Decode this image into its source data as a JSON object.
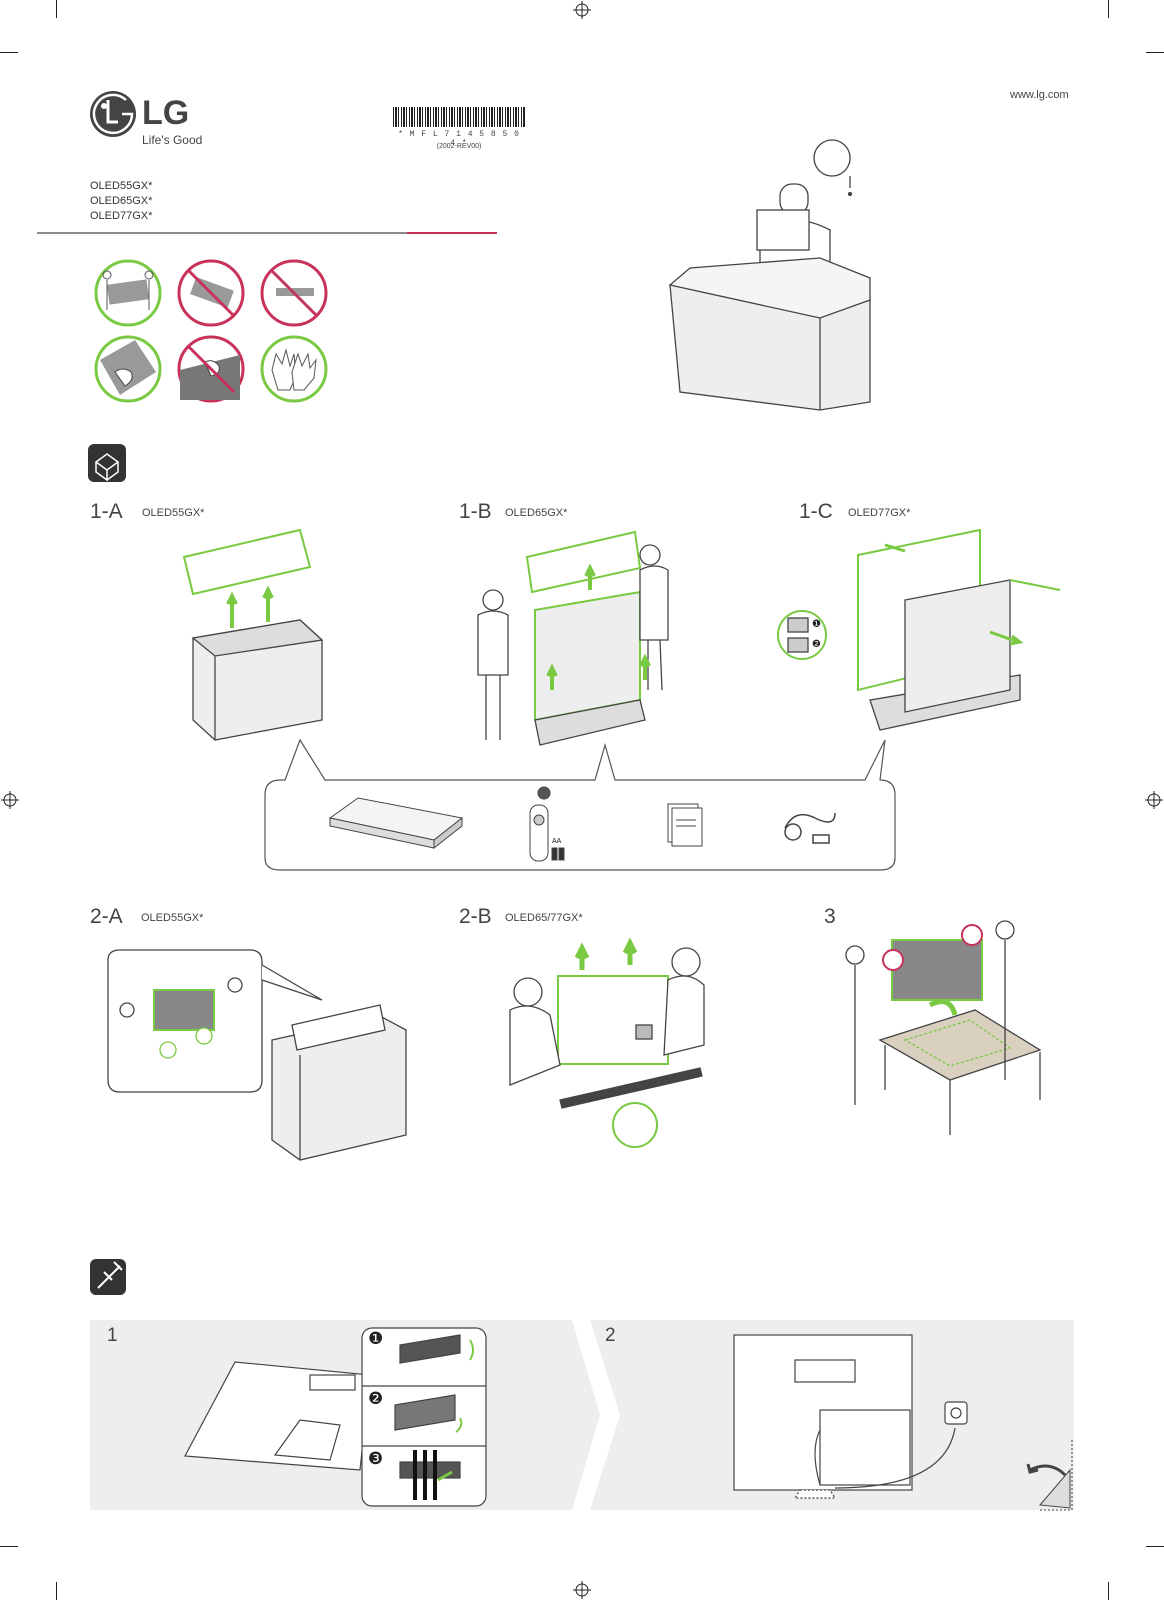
{
  "header": {
    "brand": "LG",
    "tagline": "Life's Good",
    "website": "www.lg.com",
    "barcode_text": "* M F L 7 1 4 5 8 5 0 4 *",
    "revision": "(2002-REV00)",
    "models": [
      "OLED55GX*",
      "OLED65GX*",
      "OLED77GX*"
    ]
  },
  "unboxing": {
    "steps": [
      {
        "label": "1-A",
        "model": "OLED55GX*"
      },
      {
        "label": "1-B",
        "model": "OLED65GX*"
      },
      {
        "label": "1-C",
        "model": "OLED77GX*"
      }
    ],
    "callout_markers": [
      "❶",
      "❷"
    ],
    "battery_label": "AA",
    "accessories": [
      "box-accessory",
      "remote-control",
      "manual",
      "power-cable"
    ]
  },
  "lifting": {
    "steps": [
      {
        "label": "2-A",
        "model": "OLED55GX*"
      },
      {
        "label": "2-B",
        "model": "OLED65/77GX*"
      },
      {
        "label": "3",
        "model": ""
      }
    ]
  },
  "cable": {
    "panel_labels": [
      "1",
      "2"
    ],
    "substeps": [
      "❶",
      "❷",
      "❸"
    ]
  },
  "colors": {
    "accent_green": "#7ac943",
    "warning_red": "#c8325a",
    "brand_magenta": "#c8325a"
  }
}
